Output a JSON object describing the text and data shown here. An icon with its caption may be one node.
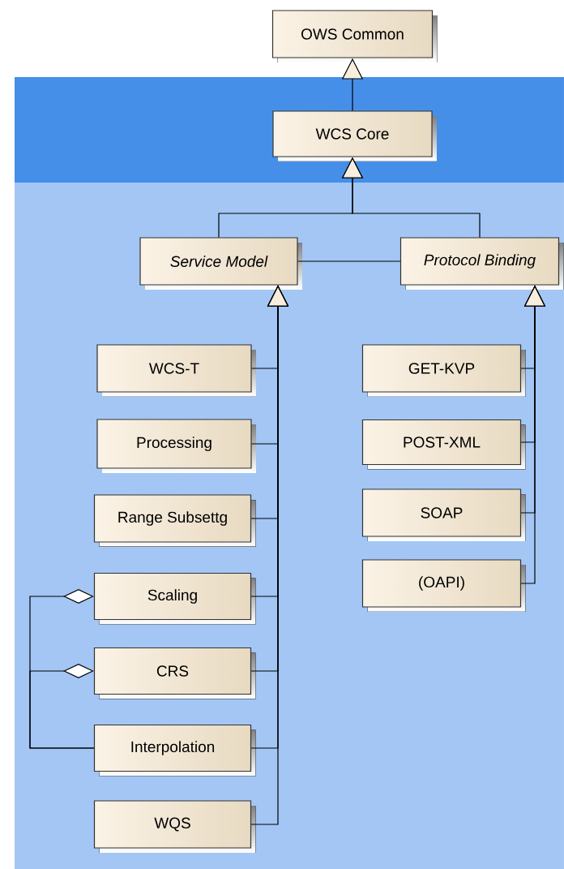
{
  "diagram": {
    "nodes": [
      {
        "text": [
          "OWS Common"
        ]
      },
      {
        "text": [
          "WCS Core"
        ]
      },
      {
        "text": [
          "Service Model"
        ]
      },
      {
        "text": [
          "Protocol Binding"
        ]
      },
      {
        "text": [
          "WCS-T"
        ]
      },
      {
        "text": [
          "Processing"
        ]
      },
      {
        "text": [
          "Range Subsettg"
        ]
      },
      {
        "text": [
          "Scaling"
        ]
      },
      {
        "text": [
          "CRS"
        ]
      },
      {
        "text": [
          "Interpolation"
        ]
      },
      {
        "text": [
          "WQS"
        ]
      },
      {
        "text": [
          "GET-KVP"
        ]
      },
      {
        "text": [
          "POST-XML"
        ]
      },
      {
        "text": [
          "SOAP"
        ]
      },
      {
        "text": [
          "(OAPI)"
        ]
      }
    ],
    "edges": [
      {
        "from": 1,
        "to": 0,
        "arrow": "to"
      },
      {
        "from": 2,
        "to": 1,
        "arrow": "to"
      },
      {
        "from": 3,
        "to": 1,
        "arrow": "to"
      },
      {
        "from": 2,
        "to": 3,
        "arrow": "none"
      },
      {
        "from": 4,
        "to": 2,
        "arrow": "to"
      },
      {
        "from": 5,
        "to": 2,
        "arrow": "to"
      },
      {
        "from": 6,
        "to": 2,
        "arrow": "to"
      },
      {
        "from": 7,
        "to": 2,
        "arrow": "to"
      },
      {
        "from": 8,
        "to": 2,
        "arrow": "to"
      },
      {
        "from": 9,
        "to": 2,
        "arrow": "to"
      },
      {
        "from": 10,
        "to": 2,
        "arrow": "to"
      },
      {
        "from": 11,
        "to": 3,
        "arrow": "to"
      },
      {
        "from": 12,
        "to": 3,
        "arrow": "to"
      },
      {
        "from": 13,
        "to": 3,
        "arrow": "to"
      },
      {
        "from": 14,
        "to": 3,
        "arrow": "to"
      },
      {
        "from": 9,
        "to": 7,
        "arrow": "other"
      },
      {
        "from": 9,
        "to": 8,
        "arrow": "other"
      }
    ]
  }
}
